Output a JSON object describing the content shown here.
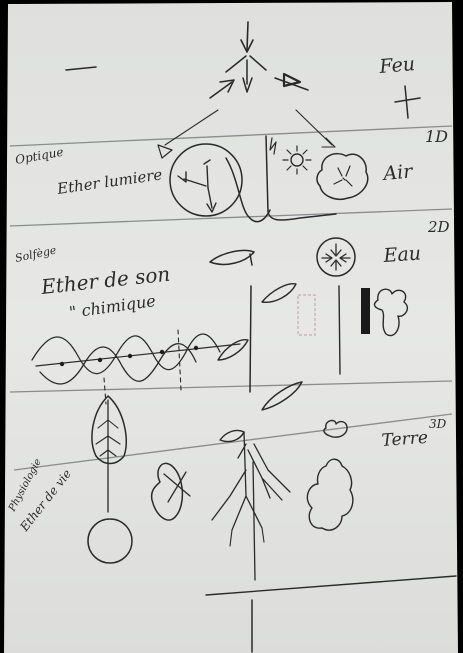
{
  "labels": {
    "feu": "Feu",
    "air": "Air",
    "eau": "Eau",
    "terre": "Terre",
    "dim_1": "1D",
    "dim_2": "2D",
    "dim_3": "3D",
    "optique": "Optique",
    "ether_lumiere": "Ether lumiere",
    "solfege": "Solfège",
    "ether_son": "Ether de son",
    "chimique": "\" chimique",
    "physiologie": "Physiologie",
    "ether_vie": "Ether de vie"
  },
  "colors": {
    "paper": "#e4e5e2",
    "ink": "#2a2a2a",
    "band": "#8a8c8e",
    "border": "#000000"
  }
}
